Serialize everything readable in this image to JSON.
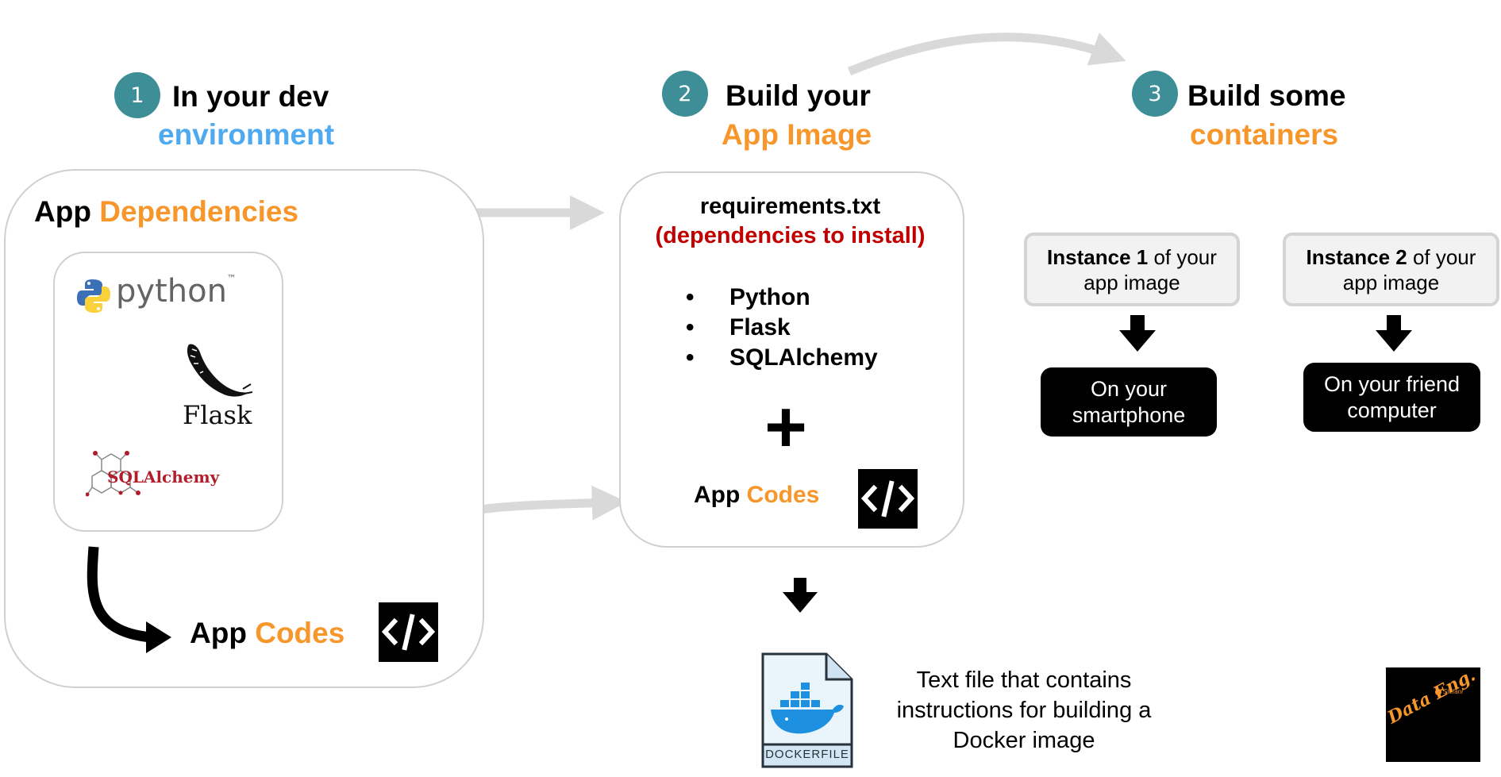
{
  "steps": [
    {
      "number": "1",
      "line1": "In your dev",
      "line2": "environment"
    },
    {
      "number": "2",
      "line1": "Build your",
      "line2": "App Image"
    },
    {
      "number": "3",
      "line1": "Build some",
      "line2": "containers"
    }
  ],
  "dev_env": {
    "deps_word1": "App",
    "deps_word2": "Dependencies",
    "logos": {
      "python": {
        "text": "python",
        "tm": "™"
      },
      "flask": {
        "text": "Flask"
      },
      "sqlalchemy": {
        "text": "SQLAlchemy"
      }
    },
    "codes_word1": "App",
    "codes_word2": "Codes"
  },
  "image_box": {
    "title": "requirements.txt",
    "subtitle": "(dependencies to install)",
    "bullet_char": "•",
    "items": [
      "Python",
      "Flask",
      "SQLAlchemy"
    ],
    "plus": "+",
    "codes_word1": "App",
    "codes_word2": "Codes"
  },
  "dockerfile": {
    "label": "DOCKERFILE",
    "desc_line1": "Text file that contains",
    "desc_line2": "instructions for building a",
    "desc_line3": "Docker image"
  },
  "instances": [
    {
      "bold": "Instance 1",
      "rest": " of your",
      "line2": "app image",
      "target_line1": "On your",
      "target_line2": "smartphone"
    },
    {
      "bold": "Instance 2",
      "rest": " of your",
      "line2": "app image",
      "target_line1": "On your friend",
      "target_line2": "computer"
    }
  ],
  "logo": {
    "word": "Data Eng.",
    "small": "Stefani"
  },
  "colors": {
    "accent_orange": "#f7962b",
    "accent_blue": "#4da9f0",
    "step_teal": "#3d8e96",
    "red": "#c00000",
    "arrow_gray": "#d9d9d9"
  }
}
